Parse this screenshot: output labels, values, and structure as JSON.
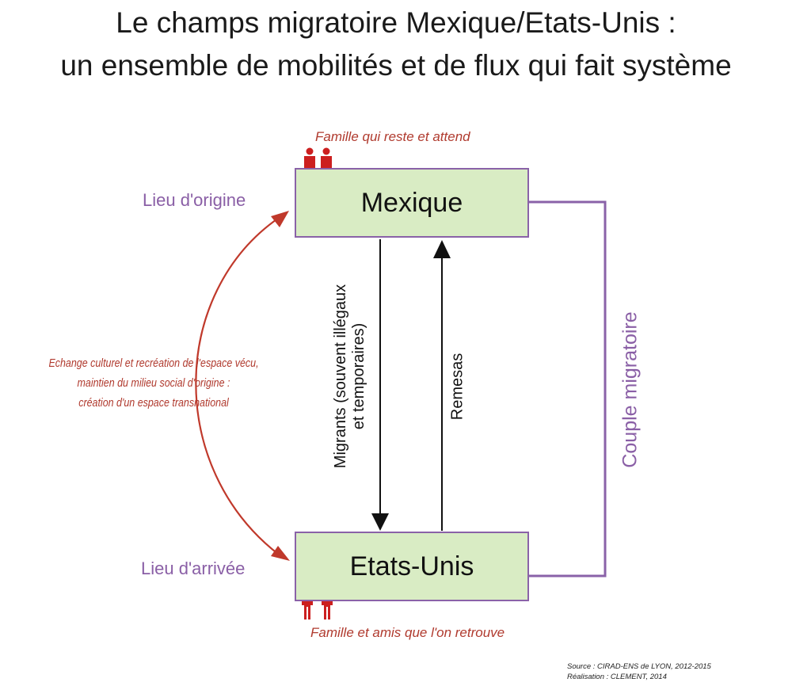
{
  "title": {
    "line1": "Le champs migratoire Mexique/Etats-Unis :",
    "line2": "un ensemble de mobilités et de flux qui fait système"
  },
  "nodes": {
    "origin": {
      "name": "Mexique",
      "role_label": "Lieu d'origine",
      "family_note": "Famille qui reste et attend"
    },
    "destination": {
      "name": "Etats-Unis",
      "role_label": "Lieu d'arrivée",
      "family_note": "Famille et amis que l'on retrouve"
    }
  },
  "flows": {
    "migrants": {
      "line1": "Migrants (souvent illégaux",
      "line2": "et temporaires)"
    },
    "remittances": "Remesas",
    "couple": "Couple migratoire"
  },
  "exchange": {
    "line1": "Echange culturel et recréation de l'espace vécu,",
    "line2": "maintien du milieu social d'origine :",
    "line3": "création d'un espace transnational"
  },
  "credits": {
    "source": "Source : CIRAD-ENS de LYON, 2012-2015",
    "author": "Réalisation : CLEMENT, 2014"
  },
  "colors": {
    "box_fill": "#d9ecc4",
    "box_border": "#8a62a8",
    "purple_text": "#8a5fa6",
    "red": "#c0392b",
    "family_icon": "#cc1f1f"
  },
  "icons": [
    "family-icon",
    "arrow-down",
    "arrow-up",
    "double-arrow-curve"
  ]
}
